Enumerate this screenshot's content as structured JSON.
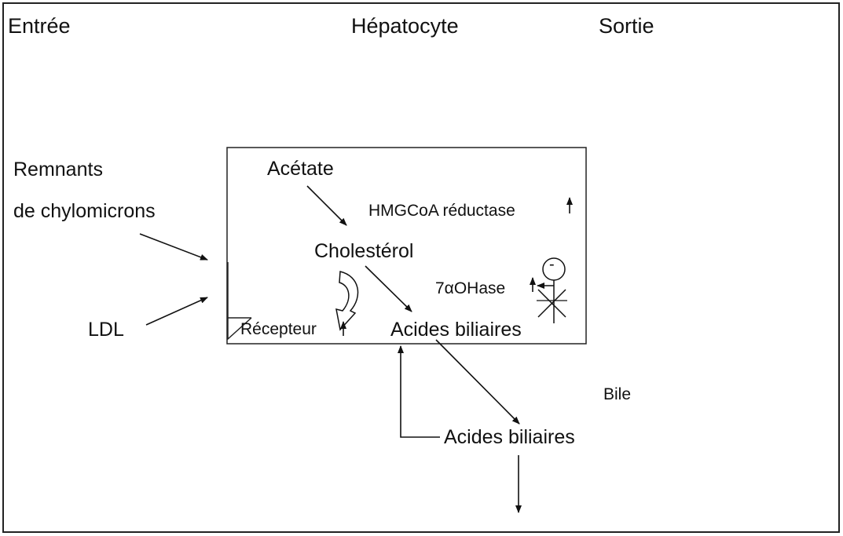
{
  "headers": {
    "entree": "Entrée",
    "hepatocyte": "Hépatocyte",
    "sortie": "Sortie"
  },
  "left": {
    "remnants_1": "Remnants",
    "remnants_2": "de chylomicrons",
    "ldl": "LDL"
  },
  "cell": {
    "acetate": "Acétate",
    "hmgcoa": "HMGCoA réductase",
    "cholesterol": "Cholestérol",
    "ohase": "7αOHase",
    "inhibition_sign": "-",
    "recepteur": "Récepteur",
    "acides_biliaires": "Acides biliaires"
  },
  "outside": {
    "bile": "Bile",
    "acides_biliaires": "Acides biliaires"
  },
  "colors": {
    "ink": "#111111",
    "background": "#ffffff"
  }
}
